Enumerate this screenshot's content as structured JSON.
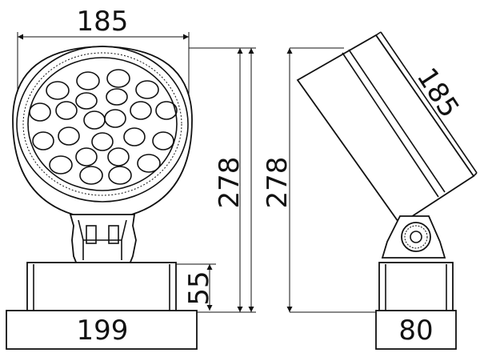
{
  "drawing": {
    "front_view": {
      "width_label": "185",
      "height_label_a": "278",
      "height_label_b": "278",
      "base_height_label": "55",
      "base_width_label": "199"
    },
    "side_view": {
      "length_label": "185",
      "base_width_label": "80"
    }
  }
}
